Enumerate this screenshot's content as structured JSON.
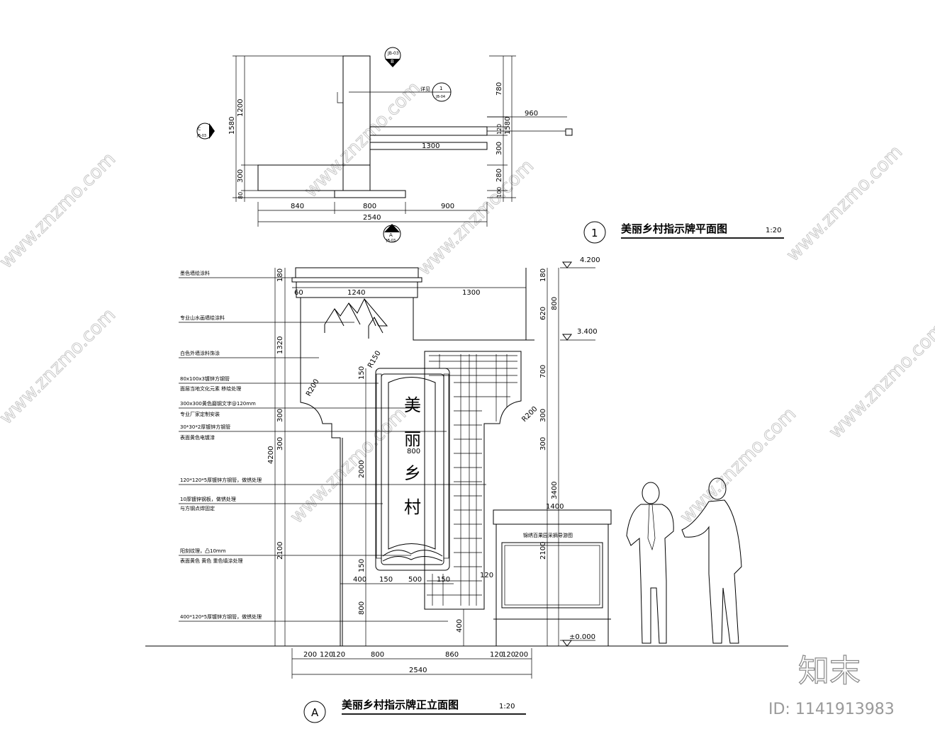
{
  "plan": {
    "title": "美丽乡村指示牌平面图",
    "scale": "1:20",
    "number": "1",
    "detail_ref": "详见",
    "detail_num": "1",
    "detail_sheet": "JB-04",
    "sec_b": "JB-03",
    "sec_b_letter": "B",
    "sec_c": "JB-03",
    "sec_c_letter": "C",
    "sec_a": "JB-03",
    "sec_a_letter": "A",
    "dims_left": [
      "1580",
      "1200",
      "300",
      "80"
    ],
    "dims_right": [
      "780",
      "120",
      "1580",
      "300",
      "280",
      "100"
    ],
    "dims_bottom": [
      "840",
      "800",
      "900",
      "2540"
    ],
    "dims_inner": [
      "960",
      "1300"
    ]
  },
  "elevation": {
    "title": "美丽乡村指示牌正立面图",
    "scale": "1:20",
    "letter": "A",
    "sign_chars": [
      "美",
      "丽",
      "乡",
      "村"
    ],
    "board_title": "锦绣百果园采摘导游图",
    "levels": [
      "4.200",
      "3.400",
      "±0.000"
    ],
    "callouts": [
      "墨色墙绘涂料",
      "专业山水画墙绘涂料",
      "白色外墙涂料饰涂",
      "80x100x3镀锌方钢管",
      "面层当地文化元素  移绘处理",
      "300x300黄色磨钢文字@120mm",
      "专业厂家定制安装",
      "30*30*2厚镀锌方钢管",
      "表面黄色电镀漆",
      "120*120*5厚镀锌方钢管，做锈处理",
      "10厚镀锌钢板，做锈处理",
      "与方钢点焊固定",
      "阳刻纹理，凸10mm",
      "表面黄色  黄色  重色填涂处理",
      "400*120*5厚镀锌方钢管，做锈处理"
    ],
    "dims_left": [
      "180",
      "1320",
      "300",
      "300",
      "4200",
      "2000",
      "2100",
      "150",
      "150",
      "800"
    ],
    "dims_top": [
      "60",
      "1240",
      "1300",
      "R150",
      "R200",
      "R200"
    ],
    "dims_right": [
      "180",
      "620",
      "800",
      "700",
      "300",
      "300",
      "3400",
      "2100",
      "1400",
      "120"
    ],
    "dims_mid": [
      "400",
      "150",
      "500",
      "150",
      "800",
      "400",
      "120"
    ],
    "dims_bottom": [
      "200",
      "120",
      "120",
      "800",
      "860",
      "120",
      "120",
      "200",
      "2540"
    ]
  },
  "watermark": {
    "site": "www.znzmo.com",
    "brand": "知末",
    "id": "ID: 1141913983"
  }
}
